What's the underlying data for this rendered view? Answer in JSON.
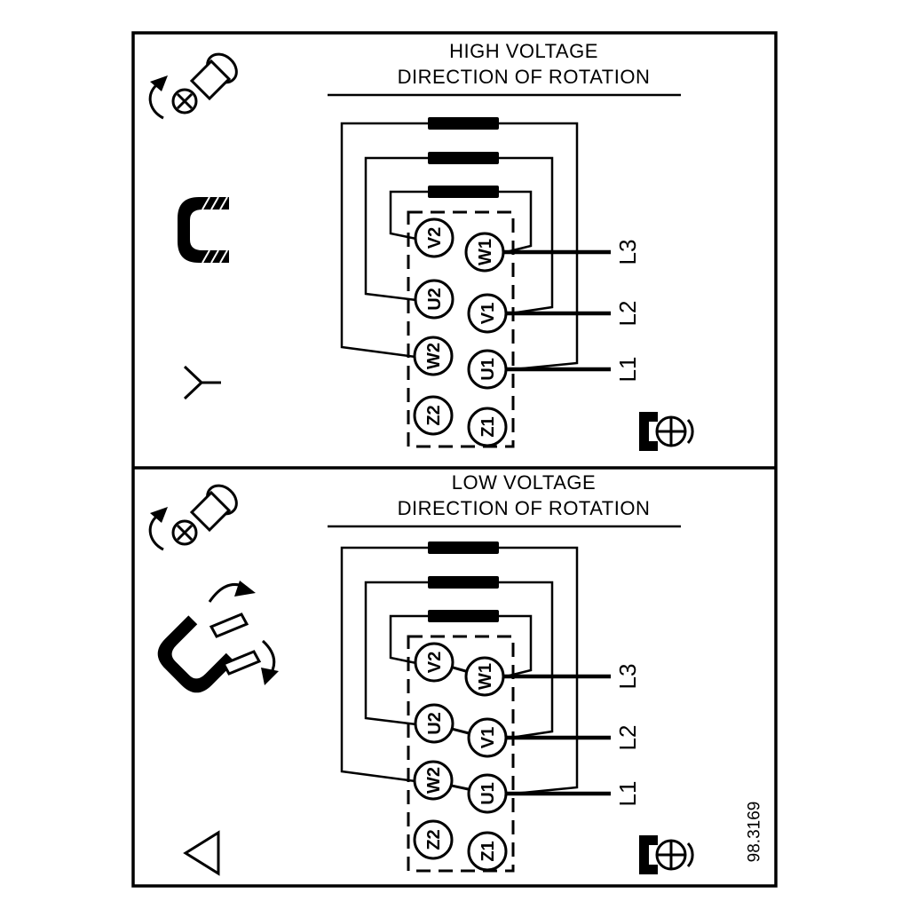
{
  "drawing_number": "98.3169",
  "colors": {
    "ink": "#000000",
    "paper": "#ffffff"
  },
  "panels": {
    "high": {
      "title": "HIGH VOLTAGE",
      "subtitle": "DIRECTION OF ROTATION",
      "connection": "star"
    },
    "low": {
      "title": "LOW VOLTAGE",
      "subtitle": "DIRECTION OF ROTATION",
      "connection": "delta"
    }
  },
  "terminals": {
    "v2": "V2",
    "u2": "U2",
    "w2": "W2",
    "z2": "Z2",
    "w1": "W1",
    "v1": "V1",
    "u1": "U1",
    "z1": "Z1"
  },
  "supply_lines": {
    "l3": "L3",
    "l2": "L2",
    "l1": "L1"
  },
  "icons": {
    "screw": "screw-with-rotation-arrow",
    "star_link": "jumper-link",
    "delta_links": "jumper-links-with-arrows",
    "star_symbol": "star-connection-symbol",
    "delta_symbol": "delta-connection-symbol",
    "terminal_screw": "terminal-screw"
  }
}
